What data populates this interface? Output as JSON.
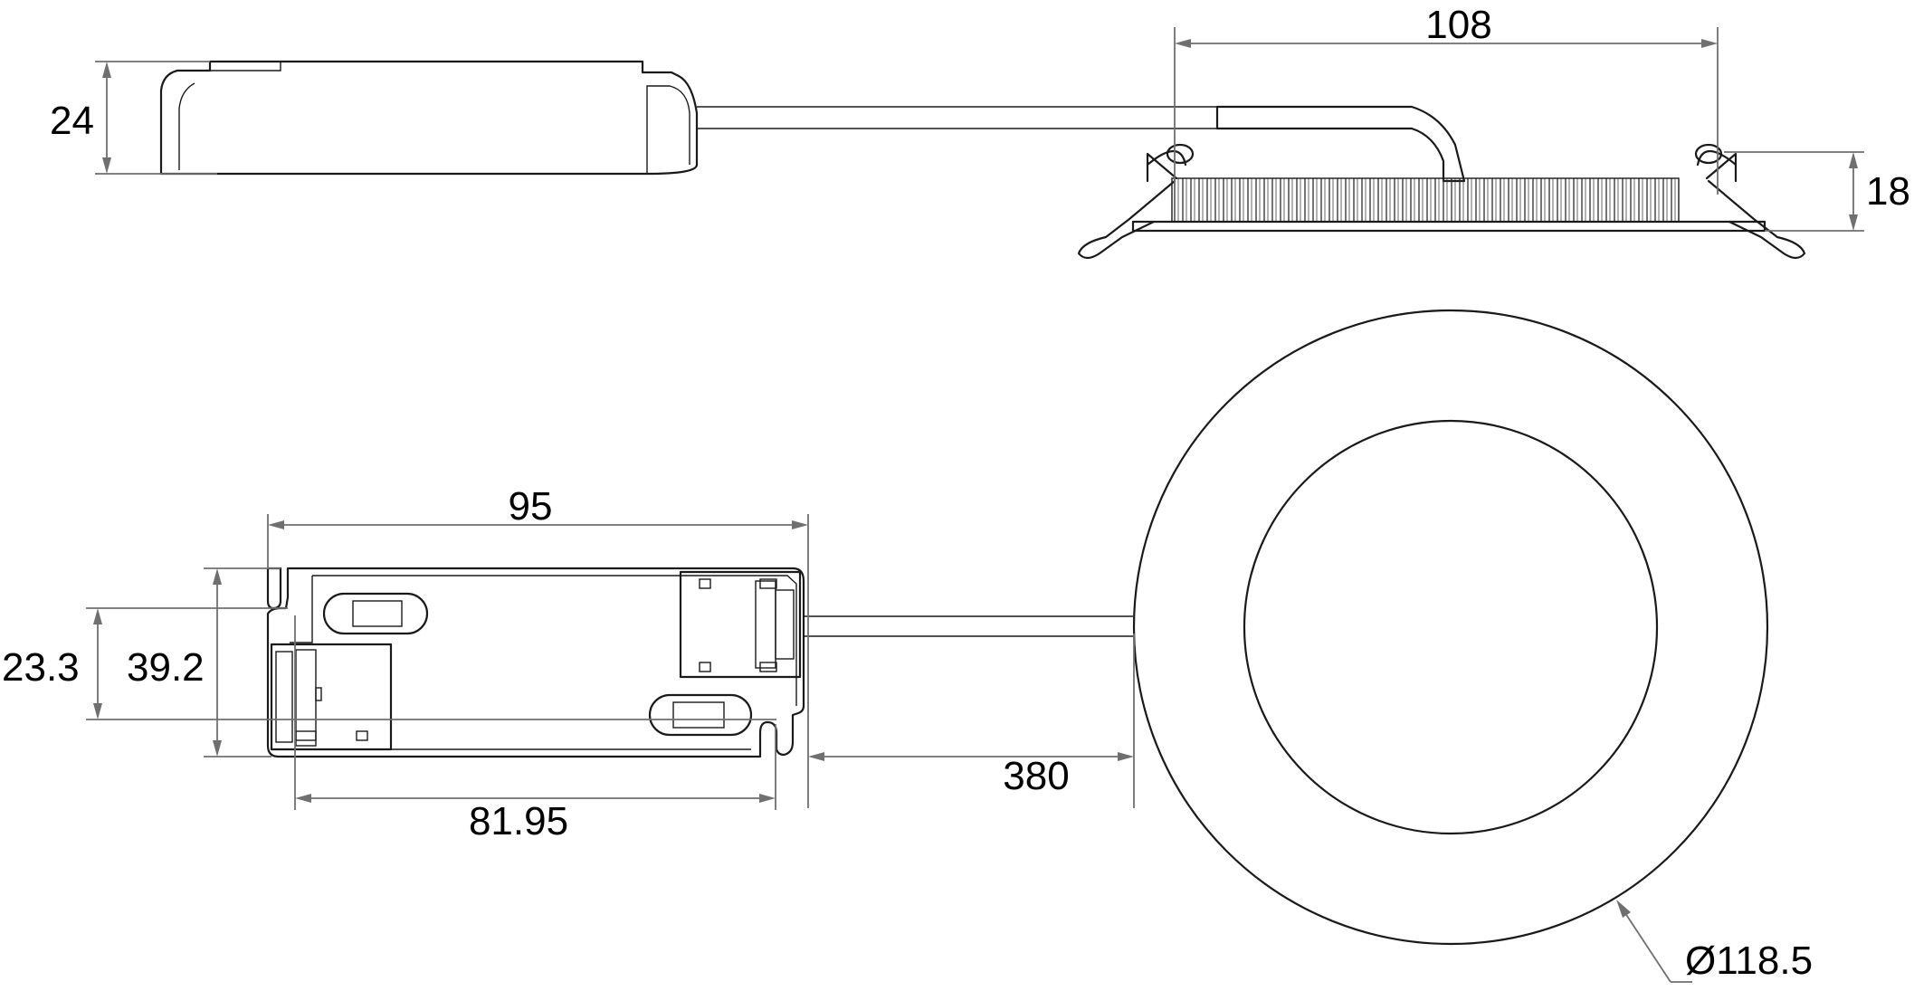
{
  "dimensions": {
    "driver_height": "24",
    "light_width": "108",
    "light_height": "18",
    "driver_length": "95",
    "driver_mount_spacing_vertical": "23.3",
    "driver_width": "39.2",
    "driver_mount_spacing_horizontal": "81.95",
    "cable_length": "380",
    "light_diameter": "Ø118.5"
  }
}
